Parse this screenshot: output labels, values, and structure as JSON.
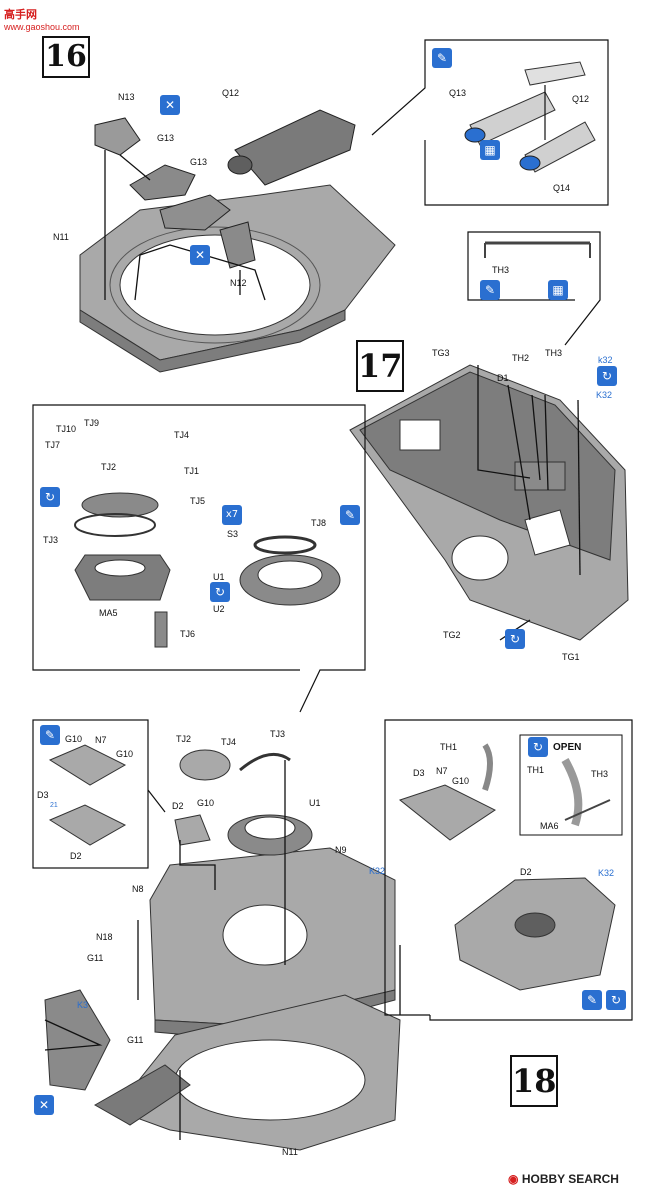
{
  "watermark": {
    "site_name": "高手网",
    "site_url": "www.gaoshou.com"
  },
  "footer": {
    "brand": "HOBBY SEARCH"
  },
  "steps": {
    "s16": "16",
    "s17": "17",
    "s18": "18"
  },
  "icons": {
    "x7": "x7",
    "open": "OPEN"
  },
  "parts": {
    "N13": "N13",
    "Q12": "Q12",
    "G13": "G13",
    "G13b": "G13",
    "N11": "N11",
    "N12": "N12",
    "Q13": "Q13",
    "Q12b": "Q12",
    "Q14": "Q14",
    "TH3a": "TH3",
    "TG3": "TG3",
    "TH2": "TH2",
    "TH3b": "TH3",
    "D1": "D1",
    "k32a": "k32",
    "K32a": "K32",
    "TG2": "TG2",
    "TG1": "TG1",
    "TJ10": "TJ10",
    "TJ9": "TJ9",
    "TJ7": "TJ7",
    "TJ2": "TJ2",
    "TJ4": "TJ4",
    "TJ1": "TJ1",
    "TJ3": "TJ3",
    "TJ5": "TJ5",
    "MA5": "MA5",
    "TJ6": "TJ6",
    "S3": "S3",
    "TJ8": "TJ8",
    "U1": "U1",
    "U2": "U2",
    "G10a": "G10",
    "N7a": "N7",
    "G10b": "G10",
    "D3a": "D3",
    "D2a": "D2",
    "ref": "21",
    "TJ2b": "TJ2",
    "TJ4b": "TJ4",
    "TJ3b": "TJ3",
    "D2b": "D2",
    "G10c": "G10",
    "U1b": "U1",
    "N9": "N9",
    "K32b": "K32",
    "N8": "N8",
    "N18": "N18",
    "G11a": "G11",
    "K3": "K3",
    "G11b": "G11",
    "N11b": "N11",
    "TH1a": "TH1",
    "D3b": "D3",
    "N7b": "N7",
    "G10d": "G10",
    "TH1b": "TH1",
    "TH3c": "TH3",
    "MA6": "MA6",
    "D2c": "D2",
    "K32c": "K32"
  },
  "colors": {
    "accent": "#2a6fd0",
    "part_fill": "#a9a9a9",
    "part_dark": "#6e6e6e",
    "line": "#111111",
    "watermark_red": "#d62020"
  }
}
